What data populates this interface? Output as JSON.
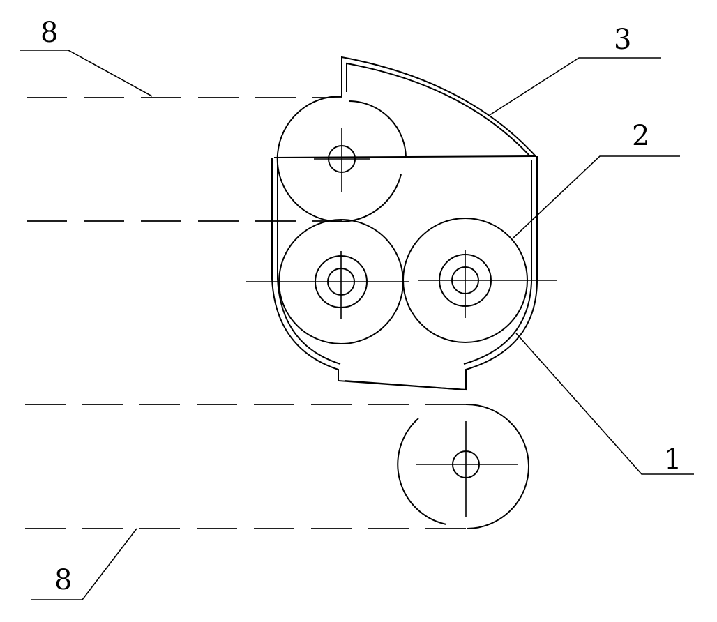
{
  "labels": {
    "top_left": "8",
    "top_right": "3",
    "middle_right": "2",
    "bottom_right": "1",
    "bottom_left": "8"
  },
  "colors": {
    "ink": "#000000",
    "paper": "#ffffff"
  }
}
